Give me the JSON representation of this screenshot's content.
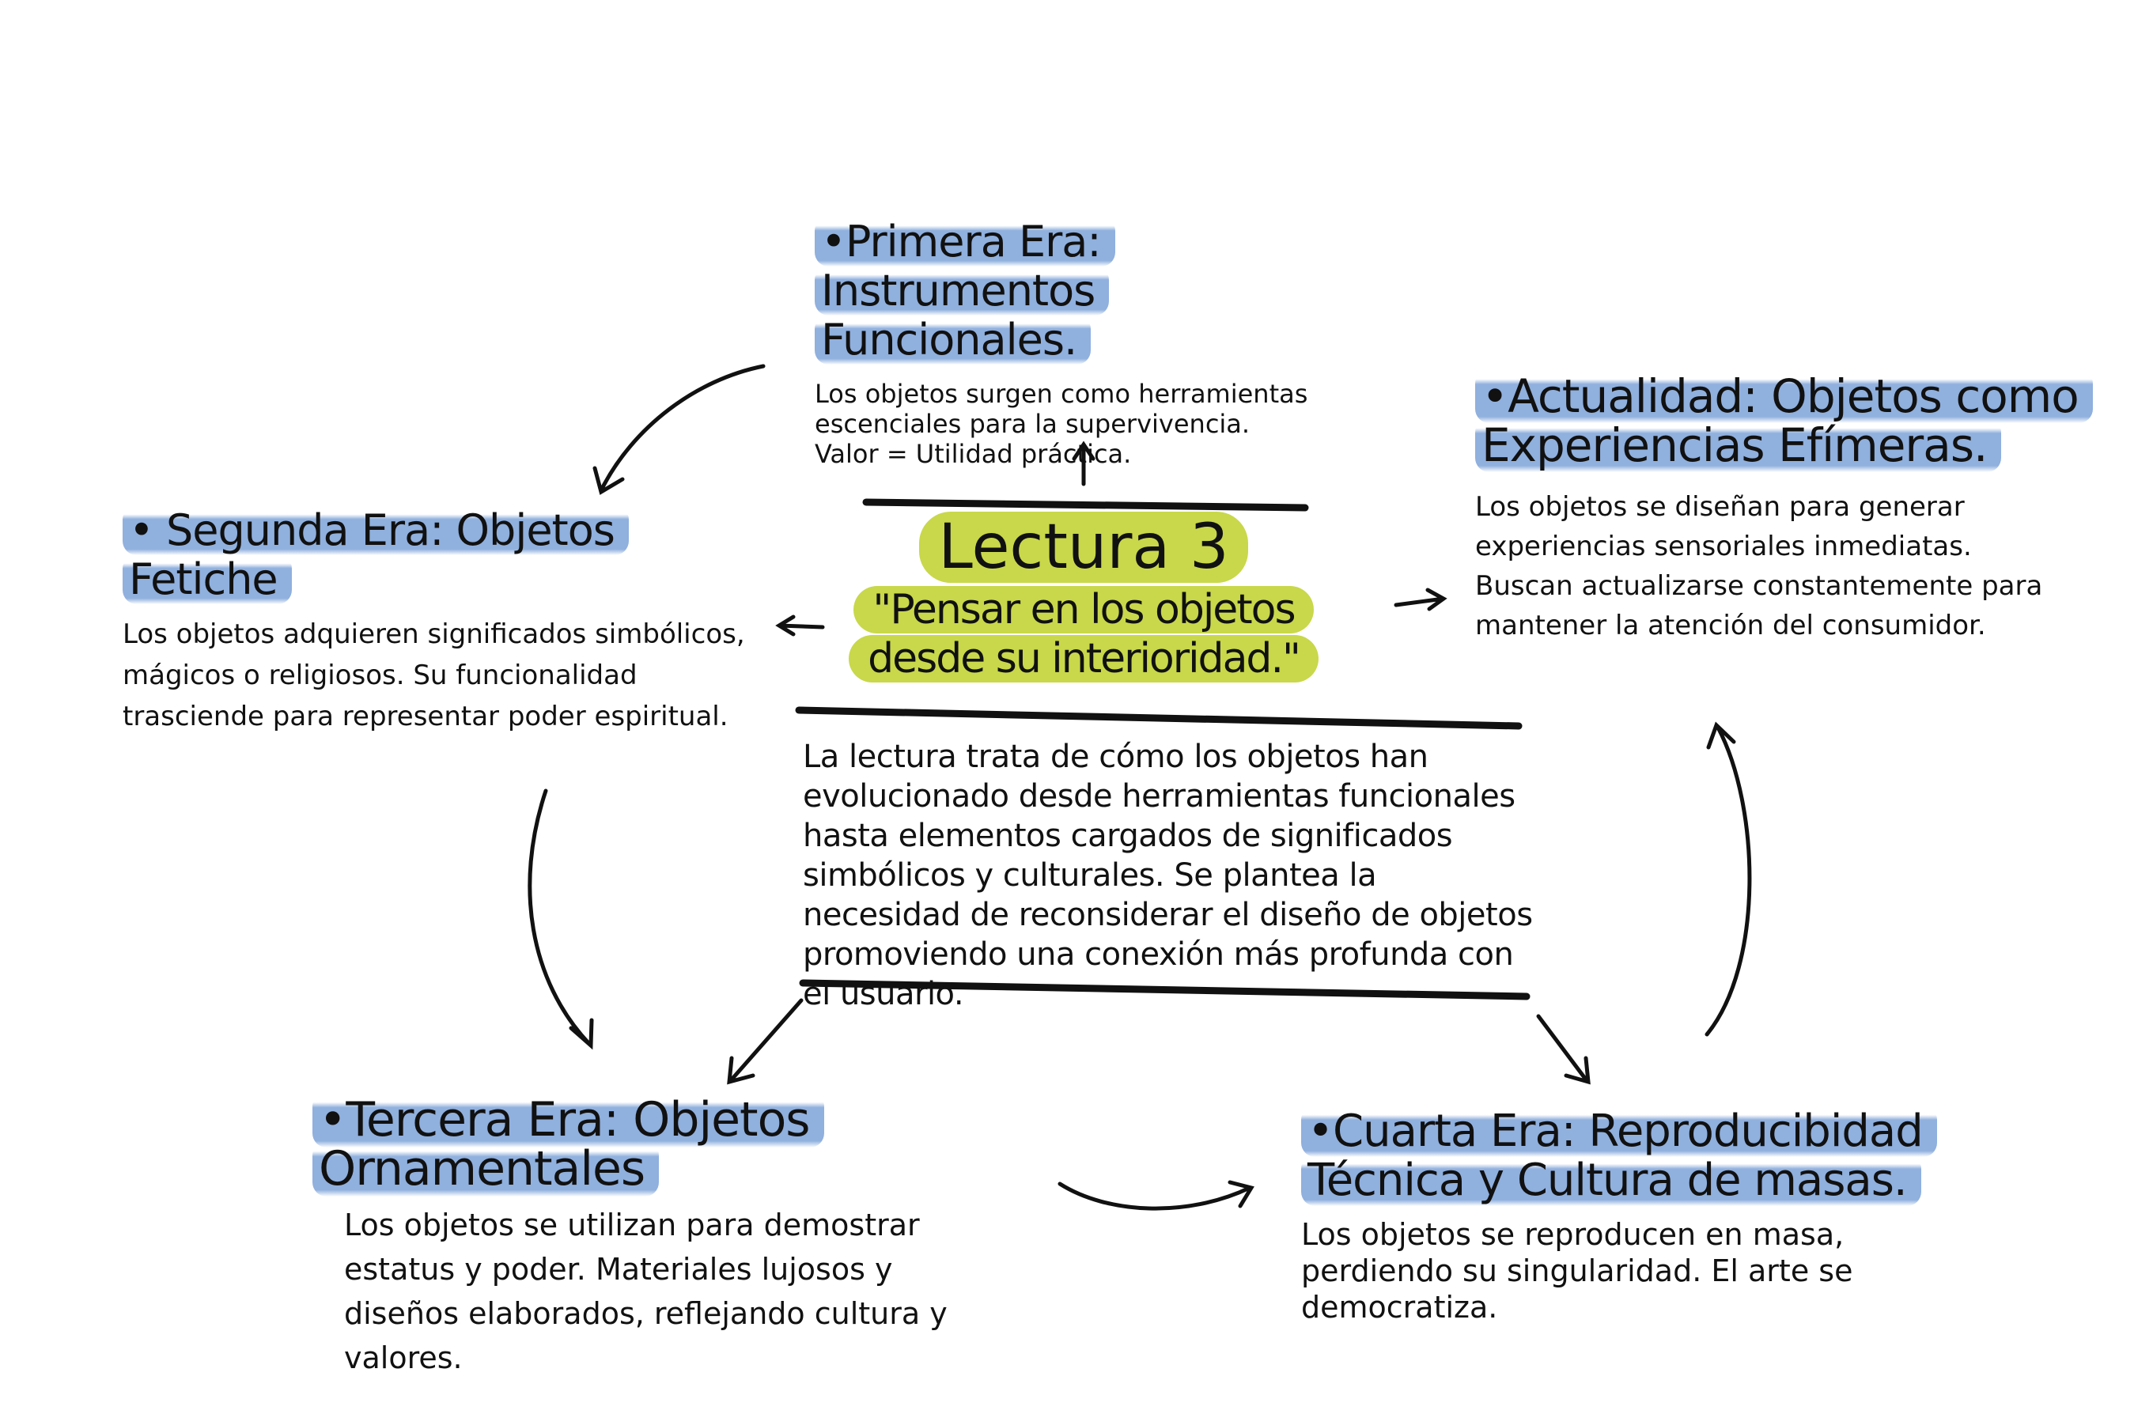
{
  "center": {
    "title": "Lectura 3",
    "subtitle_line1": "\"Pensar en los objetos",
    "subtitle_line2": "desde su interioridad.\"",
    "summary": "La lectura trata de cómo los objetos han evolucionado desde herramientas funcionales hasta elementos cargados de significados simbólicos y culturales. Se plantea la necesidad de reconsiderar el diseño de objetos promoviendo una conexión más profunda con el usuario."
  },
  "eras": {
    "primera": {
      "title": "•Primera Era: Instrumentos Funcionales.",
      "body": "Los objetos surgen como herramientas escenciales para la supervivencia.",
      "value": "Valor = Utilidad práctica."
    },
    "segunda": {
      "title": "• Segunda Era: Objetos Fetiche",
      "body": "Los objetos adquieren significados simbólicos, mágicos o religiosos. Su funcionalidad trasciende para representar poder espiritual."
    },
    "tercera": {
      "title": "•Tercera Era: Objetos Ornamentales",
      "body": "Los objetos se utilizan para demostrar estatus y poder. Materiales lujosos y diseños elaborados, reflejando cultura y valores."
    },
    "cuarta": {
      "title": "•Cuarta Era: Reproducibidad Técnica y Cultura de masas.",
      "body": "Los objetos se reproducen en masa, perdiendo su singularidad. El arte se democratiza."
    },
    "actualidad": {
      "title": "•Actualidad: Objetos como Experiencias Efímeras.",
      "body": "Los objetos se diseñan para generar experiencias sensoriales inmediatas. Buscan actualizarse constantemente para mantener la atención del consumidor."
    }
  },
  "colors": {
    "highlight_blue": "#7ca2d8",
    "highlight_lime": "#c8d84a",
    "ink": "#111111"
  }
}
